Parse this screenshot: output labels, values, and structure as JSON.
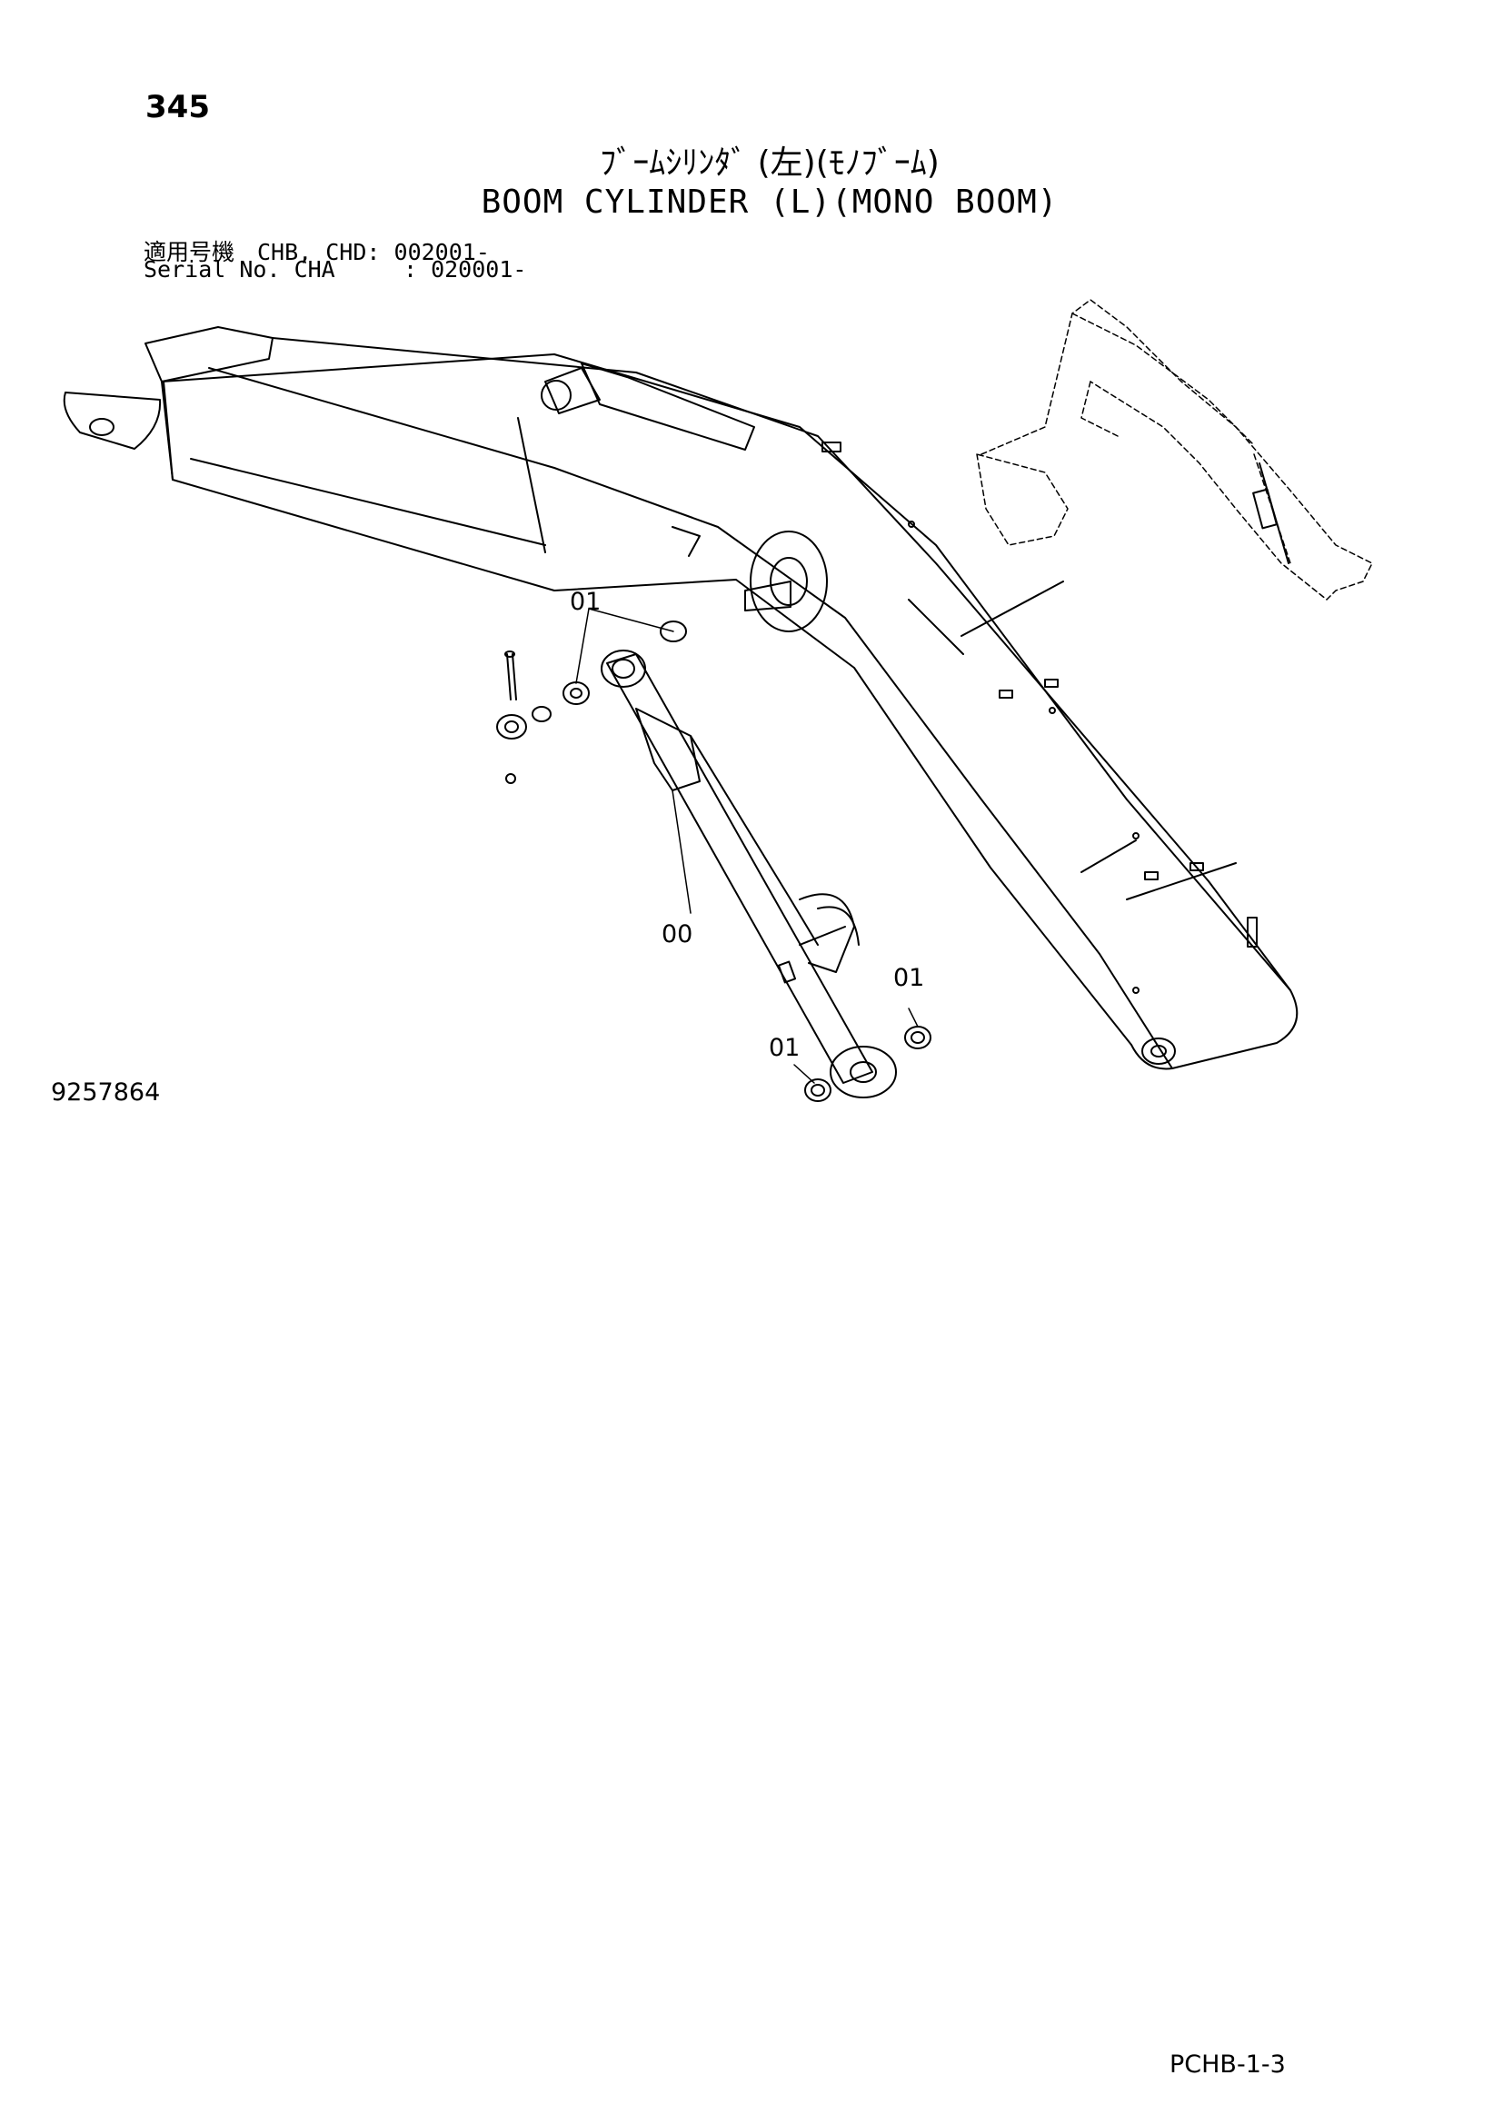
{
  "page": {
    "number": "345",
    "title_jp": "ﾌﾞｰﾑｼﾘﾝﾀﾞ (左)(ﾓﾉﾌﾞｰﾑ)",
    "title_en": "BOOM CYLINDER (L)(MONO BOOM)",
    "applicability": {
      "line1": "適用号機　CHB, CHD: 002001-",
      "line2": "Serial No. CHA     : 020001-"
    }
  },
  "callouts": {
    "c1": "01",
    "c2": "00",
    "c3": "01",
    "c4": "01"
  },
  "footer": {
    "drawing_id": "9257864",
    "catalog_code": "PCHB-1-3"
  }
}
